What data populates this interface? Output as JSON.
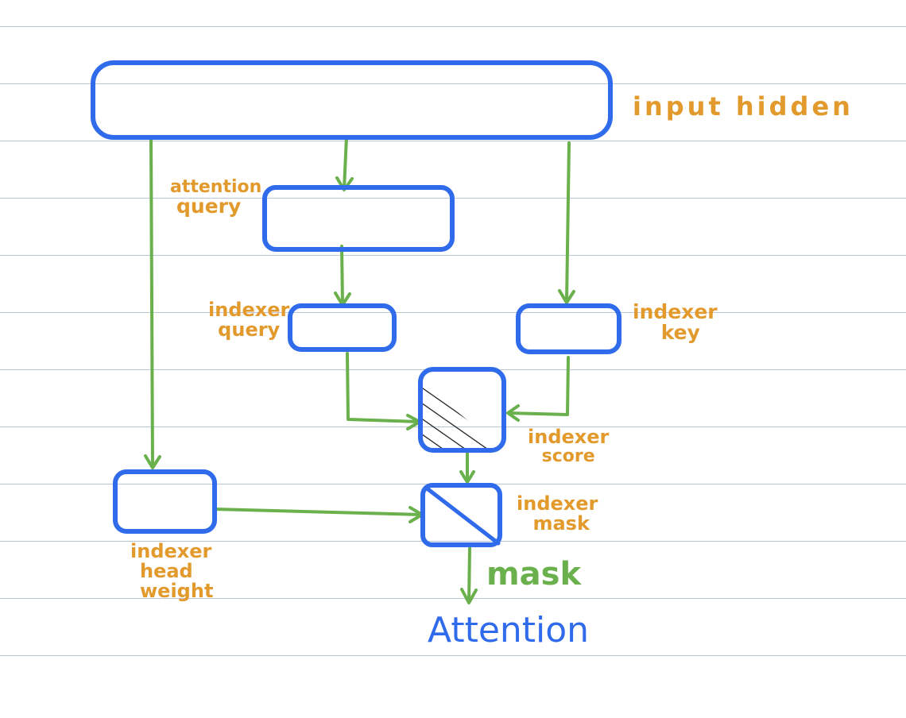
{
  "labels": {
    "input_hidden": "input hidden",
    "attention_query": [
      "attention",
      "query"
    ],
    "indexer_query": [
      "indexer",
      "query"
    ],
    "indexer_key": [
      "indexer",
      "key"
    ],
    "indexer_score": [
      "indexer",
      "score"
    ],
    "indexer_mask": [
      "indexer",
      "mask"
    ],
    "indexer_head_weight": [
      "indexer",
      "head",
      "weight"
    ],
    "mask": "mask",
    "attention": "Attention"
  },
  "colors": {
    "box_stroke": "#2f6bea",
    "arrow": "#6ab04c",
    "label": "#e39a2d",
    "ruling": "#b7c7d9"
  }
}
